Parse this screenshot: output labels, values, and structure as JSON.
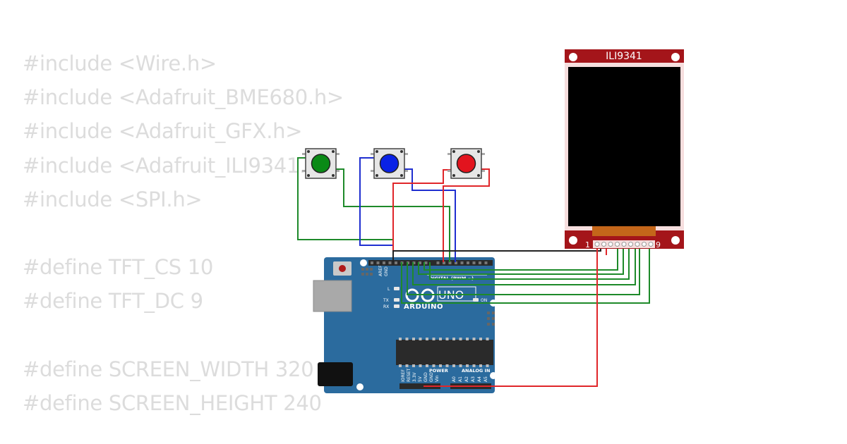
{
  "code": {
    "lines": [
      "#include <Wire.h>",
      "#include <Adafruit_BME680.h>",
      "#include <Adafruit_GFX.h>",
      "#include <Adafruit_ILI9341.h>",
      "#include <SPI.h>",
      "",
      "#define TFT_CS 10",
      "#define TFT_DC 9",
      "",
      "#define SCREEN_WIDTH 320",
      "#define SCREEN_HEIGHT 240"
    ]
  },
  "display": {
    "title": "ILI9341",
    "pin_first": "1",
    "pin_last": "9",
    "board_color": "#a4151a",
    "screen_color": "#000000"
  },
  "buttons": [
    {
      "name": "green",
      "color": "#0a8a16"
    },
    {
      "name": "blue",
      "color": "#0a22e6"
    },
    {
      "name": "red",
      "color": "#e2141e"
    }
  ],
  "arduino": {
    "brand": "ARDUINO",
    "model": "UNO",
    "digital_label": "DIGITAL (PWM ~)",
    "power_label": "POWER",
    "analog_label": "ANALOG IN",
    "on_label": "ON",
    "tx_label": "TX",
    "rx_label": "RX",
    "l_label": "L",
    "aref_label": "AREF",
    "gnd_label": "GND",
    "power_pins": [
      "IOREF",
      "RESET",
      "3.3V",
      "5V",
      "GND",
      "GND",
      "Vin"
    ],
    "analog_pins": [
      "A0",
      "A1",
      "A2",
      "A3",
      "A4",
      "A5"
    ],
    "board_color": "#2b6b9e"
  },
  "wire_colors": {
    "green": "#1e8a2a",
    "blue": "#1f2fd0",
    "red": "#e0262a",
    "black": "#222222"
  }
}
